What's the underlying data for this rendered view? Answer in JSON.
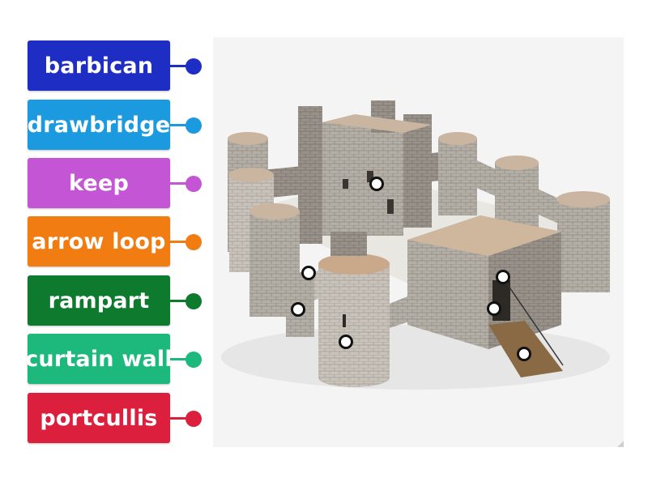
{
  "labels": [
    {
      "text": "barbican",
      "color": "#1e2ec4"
    },
    {
      "text": "drawbridge",
      "color": "#1b9ae0"
    },
    {
      "text": "keep",
      "color": "#c455d4"
    },
    {
      "text": "arrow loop",
      "color": "#f07c12"
    },
    {
      "text": "rampart",
      "color": "#0e7a2e"
    },
    {
      "text": "curtain wall",
      "color": "#1cb87c"
    },
    {
      "text": "portcullis",
      "color": "#dc1f3c"
    }
  ],
  "image": {
    "subject": "castle-illustration"
  }
}
